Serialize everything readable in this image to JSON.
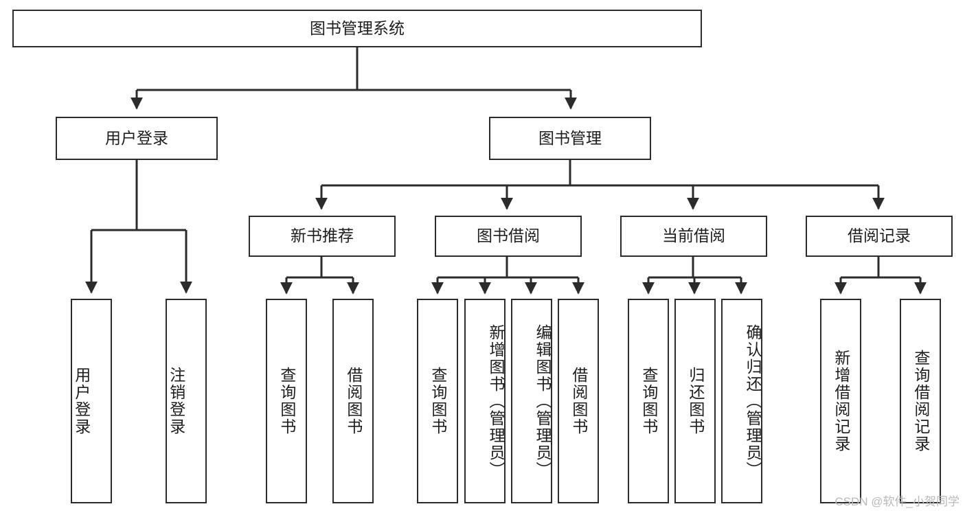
{
  "diagram": {
    "title": "图书管理系统",
    "type": "tree",
    "root": {
      "label": "图书管理系统"
    },
    "level2": [
      {
        "label": "用户登录"
      },
      {
        "label": "图书管理"
      }
    ],
    "level3": [
      {
        "label": "新书推荐"
      },
      {
        "label": "图书借阅"
      },
      {
        "label": "当前借阅"
      },
      {
        "label": "借阅记录"
      }
    ],
    "leaves": {
      "user_login": [
        {
          "label": "用户登录"
        },
        {
          "label": "注销登录"
        }
      ],
      "new_book_recommend": [
        {
          "label": "查询图书"
        },
        {
          "label": "借阅图书"
        }
      ],
      "book_borrow": [
        {
          "label": "查询图书"
        },
        {
          "label": "新增图书（管理员）"
        },
        {
          "label": "编辑图书（管理员）"
        },
        {
          "label": "借阅图书"
        }
      ],
      "current_borrow": [
        {
          "label": "查询图书"
        },
        {
          "label": "归还图书"
        },
        {
          "label": "确认归还（管理员）"
        }
      ],
      "borrow_record": [
        {
          "label": "新增借阅记录"
        },
        {
          "label": "查询借阅记录"
        }
      ]
    }
  },
  "watermark": {
    "text": "CSDN @软件_小贺同学"
  },
  "colors": {
    "stroke": "#2b2b2b",
    "background": "#ffffff",
    "text": "#1d1d1d",
    "watermark": "#b9b9b9"
  }
}
